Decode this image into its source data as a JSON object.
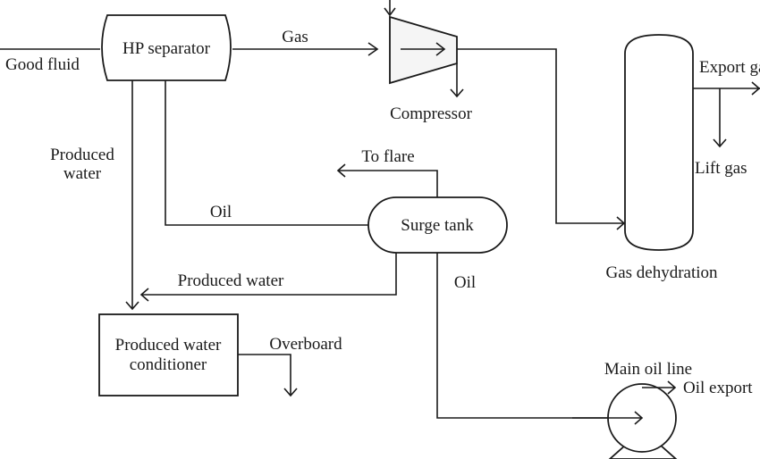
{
  "diagram": {
    "type": "process flow diagram",
    "equipment": {
      "hp_separator": "HP separator",
      "compressor": "Compressor",
      "gas_dehydration": "Gas dehydration",
      "surge_tank": "Surge tank",
      "pw_conditioner_line1": "Produced water",
      "pw_conditioner_line2": "conditioner",
      "main_oil_line": "Main oil line"
    },
    "streams": {
      "good_fluid": "Good fluid",
      "gas": "Gas",
      "export_gas": "Export gas",
      "lift_gas": "Lift gas",
      "produced_water_v_line1": "Produced",
      "produced_water_v_line2": "water",
      "oil_from_separator": "Oil",
      "to_flare": "To flare",
      "produced_water_h": "Produced water",
      "oil_from_surge": "Oil",
      "overboard": "Overboard",
      "oil_export": "Oil export"
    }
  }
}
